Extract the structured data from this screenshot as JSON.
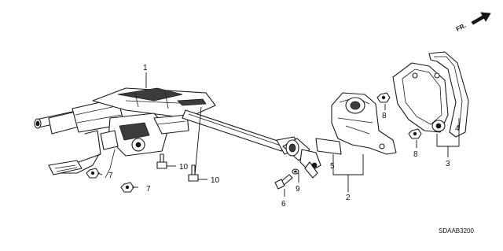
{
  "diagram_code": "SDAAB3200",
  "direction_label": "FR.",
  "callouts": [
    "1",
    "2",
    "3",
    "4",
    "5",
    "6",
    "7",
    "7",
    "8",
    "8",
    "9",
    "10",
    "10"
  ],
  "colors": {
    "line": "#1a1a1a",
    "background": "#ffffff",
    "shading": "#3c3c3c"
  }
}
